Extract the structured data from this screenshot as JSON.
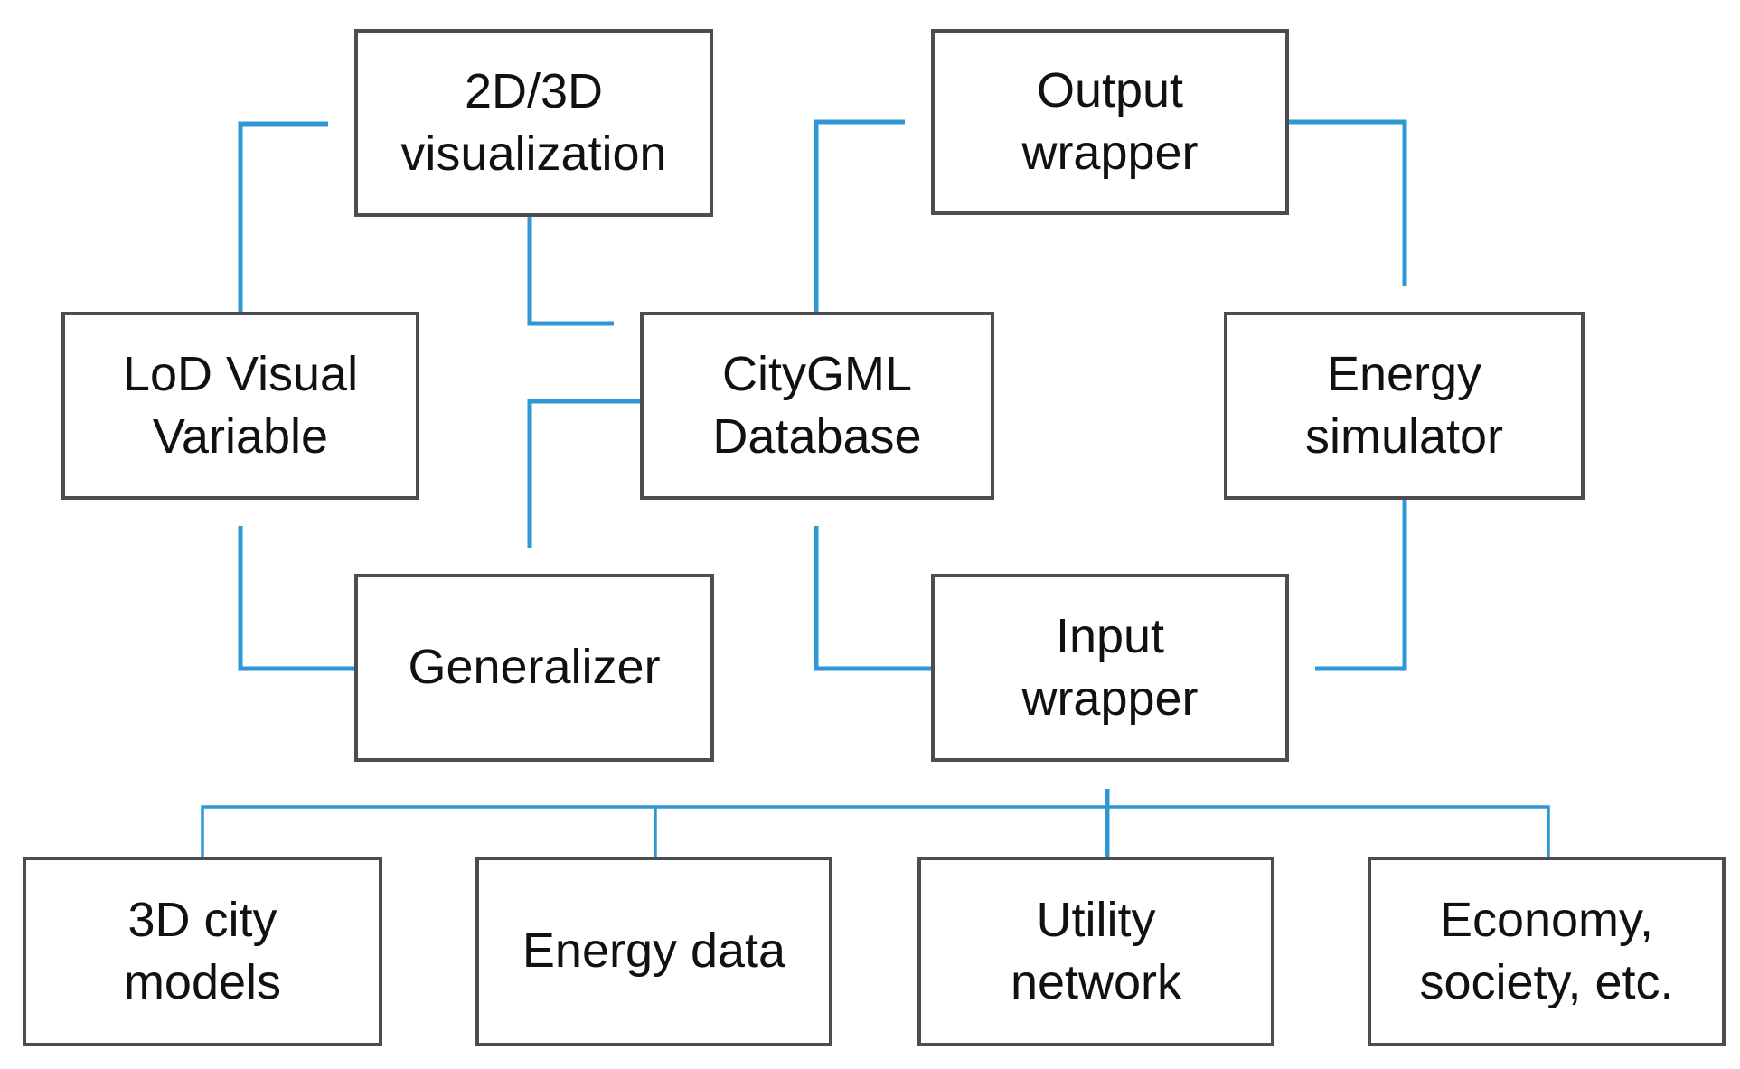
{
  "figure": {
    "type": "flowchart",
    "description": "CityGML-based urban energy simulation framework diagram"
  },
  "colors": {
    "arrow_blue": "#2e97d4",
    "box_border": "#4d4d4d",
    "text": "#111111",
    "background": "#ffffff"
  },
  "nodes": [
    {
      "id": "2d3d-visualization",
      "label": "2D/3D\nvisualization"
    },
    {
      "id": "output-wrapper",
      "label": "Output\nwrapper"
    },
    {
      "id": "lod-visual-variable",
      "label": "LoD Visual\nVariable"
    },
    {
      "id": "citygml-database",
      "label": "CityGML\nDatabase"
    },
    {
      "id": "energy-simulator",
      "label": "Energy\nsimulator"
    },
    {
      "id": "generalizer",
      "label": "Generalizer"
    },
    {
      "id": "input-wrapper",
      "label": "Input\nwrapper"
    },
    {
      "id": "3d-city-models",
      "label": "3D city\nmodels"
    },
    {
      "id": "energy-data",
      "label": "Energy data"
    },
    {
      "id": "utility-network",
      "label": "Utility\nnetwork"
    },
    {
      "id": "economy-society",
      "label": "Economy,\nsociety, etc."
    }
  ],
  "edges": [
    {
      "from": "lod-visual-variable",
      "to": "2d3d-visualization"
    },
    {
      "from": "2d3d-visualization",
      "to": "citygml-database"
    },
    {
      "from": "citygml-database",
      "to": "generalizer"
    },
    {
      "from": "generalizer",
      "to": "lod-visual-variable"
    },
    {
      "from": "citygml-database",
      "to": "output-wrapper"
    },
    {
      "from": "output-wrapper",
      "to": "energy-simulator"
    },
    {
      "from": "energy-simulator",
      "to": "input-wrapper"
    },
    {
      "from": "input-wrapper",
      "to": "citygml-database"
    },
    {
      "from": "sources-bus",
      "to": "input-wrapper"
    },
    {
      "from": "3d-city-models",
      "to": "sources-bus"
    },
    {
      "from": "energy-data",
      "to": "sources-bus"
    },
    {
      "from": "utility-network",
      "to": "sources-bus"
    },
    {
      "from": "economy-society",
      "to": "sources-bus"
    }
  ]
}
